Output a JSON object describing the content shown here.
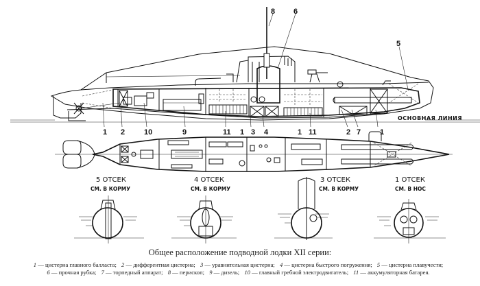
{
  "diagram": {
    "baseline_label": "ОСНОВНАЯ ЛИНИЯ",
    "side_view_callouts": [
      "8",
      "6",
      "5",
      "1",
      "2",
      "10",
      "9",
      "11",
      "1",
      "3",
      "4",
      "1",
      "11",
      "2",
      "7",
      "1"
    ],
    "sections": [
      {
        "title": "5 ОТСЕК",
        "subtitle": "СМ. В КОРМУ"
      },
      {
        "title": "4 ОТСЕК",
        "subtitle": "СМ. В КОРМУ"
      },
      {
        "title": "3 ОТСЕК",
        "subtitle": "СМ. В КОРМУ"
      },
      {
        "title": "1 ОТСЕК",
        "subtitle": "СМ. В НОС"
      }
    ]
  },
  "caption": {
    "title": "Общее расположение подводной лодки XII серии:",
    "legend_line1": [
      {
        "num": "1",
        "text": "цистерна главного балласта;"
      },
      {
        "num": "2",
        "text": "дифферентная цистерна;"
      },
      {
        "num": "3",
        "text": "уравнительная цистерна;"
      },
      {
        "num": "4",
        "text": "цистерна быстрого погружения;"
      },
      {
        "num": "5",
        "text": "цистерна плавучести;"
      }
    ],
    "legend_line2": [
      {
        "num": "6",
        "text": "прочная рубка;"
      },
      {
        "num": "7",
        "text": "торпедный аппарат;"
      },
      {
        "num": "8",
        "text": "перископ;"
      },
      {
        "num": "9",
        "text": "дизель;"
      },
      {
        "num": "10",
        "text": "главный гребной электродвигатель;"
      },
      {
        "num": "11",
        "text": "аккумуляторная батарея."
      }
    ],
    "dash": "—"
  }
}
